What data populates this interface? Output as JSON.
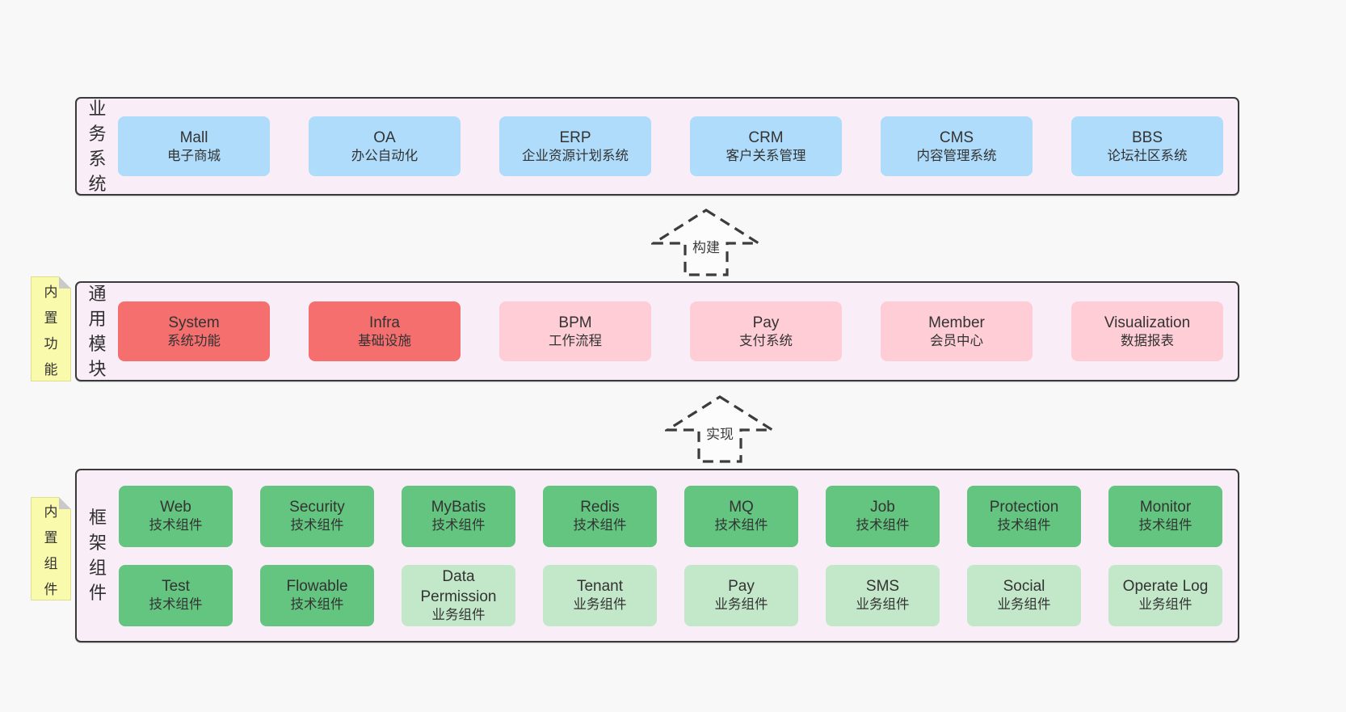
{
  "page": {
    "background": "#f8f8f8",
    "text_color": "#333333"
  },
  "colors": {
    "container_bg": "#f9edf8",
    "container_border": "#3a3a3a",
    "blue": "#aedcfa",
    "red": "#f56f6f",
    "pink": "#fecdd6",
    "green_dark": "#63c57f",
    "green_light": "#c3e8c9",
    "sticky_bg": "#fafaad",
    "sticky_fold": "#c9c9c9",
    "arrow_fill": "#fcfcfc",
    "arrow_stroke": "#3c3c3c"
  },
  "arrows": [
    {
      "id": "build",
      "label": "构建"
    },
    {
      "id": "implement",
      "label": "实现"
    }
  ],
  "layers": [
    {
      "id": "business-systems",
      "label": "业务系统",
      "sticky": null,
      "box_rows": [
        [
          {
            "name": "Mall",
            "desc": "电子商城",
            "color": "blue"
          },
          {
            "name": "OA",
            "desc": "办公自动化",
            "color": "blue"
          },
          {
            "name": "ERP",
            "desc": "企业资源计划系统",
            "color": "blue"
          },
          {
            "name": "CRM",
            "desc": "客户关系管理",
            "color": "blue"
          },
          {
            "name": "CMS",
            "desc": "内容管理系统",
            "color": "blue"
          },
          {
            "name": "BBS",
            "desc": "论坛社区系统",
            "color": "blue"
          }
        ]
      ]
    },
    {
      "id": "common-modules",
      "label": "通用模块",
      "sticky": "内置功能",
      "box_rows": [
        [
          {
            "name": "System",
            "desc": "系统功能",
            "color": "red"
          },
          {
            "name": "Infra",
            "desc": "基础设施",
            "color": "red"
          },
          {
            "name": "BPM",
            "desc": "工作流程",
            "color": "pink"
          },
          {
            "name": "Pay",
            "desc": "支付系统",
            "color": "pink"
          },
          {
            "name": "Member",
            "desc": "会员中心",
            "color": "pink"
          },
          {
            "name": "Visualization",
            "desc": "数据报表",
            "color": "pink"
          }
        ]
      ]
    },
    {
      "id": "framework-components",
      "label": "框架组件",
      "sticky": "内置组件",
      "box_rows": [
        [
          {
            "name": "Web",
            "desc": "技术组件",
            "color": "green_dark"
          },
          {
            "name": "Security",
            "desc": "技术组件",
            "color": "green_dark"
          },
          {
            "name": "MyBatis",
            "desc": "技术组件",
            "color": "green_dark"
          },
          {
            "name": "Redis",
            "desc": "技术组件",
            "color": "green_dark"
          },
          {
            "name": "MQ",
            "desc": "技术组件",
            "color": "green_dark"
          },
          {
            "name": "Job",
            "desc": "技术组件",
            "color": "green_dark"
          },
          {
            "name": "Protection",
            "desc": "技术组件",
            "color": "green_dark"
          },
          {
            "name": "Monitor",
            "desc": "技术组件",
            "color": "green_dark"
          }
        ],
        [
          {
            "name": "Test",
            "desc": "技术组件",
            "color": "green_dark"
          },
          {
            "name": "Flowable",
            "desc": "技术组件",
            "color": "green_dark"
          },
          {
            "name": "Data Permission",
            "desc": "业务组件",
            "color": "green_light"
          },
          {
            "name": "Tenant",
            "desc": "业务组件",
            "color": "green_light"
          },
          {
            "name": "Pay",
            "desc": "业务组件",
            "color": "green_light"
          },
          {
            "name": "SMS",
            "desc": "业务组件",
            "color": "green_light"
          },
          {
            "name": "Social",
            "desc": "业务组件",
            "color": "green_light"
          },
          {
            "name": "Operate Log",
            "desc": "业务组件",
            "color": "green_light"
          }
        ]
      ]
    }
  ]
}
